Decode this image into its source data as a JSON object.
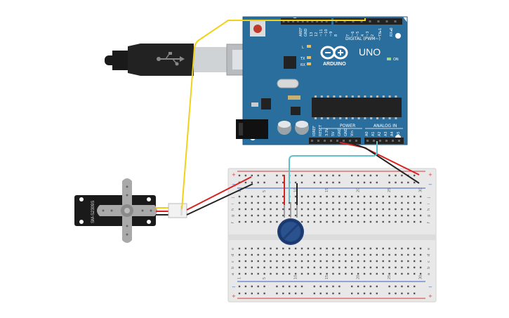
{
  "colors": {
    "board": "#2a6e9e",
    "board_dark": "#1d5680",
    "wire_signal_yellow": "#f1d21a",
    "wire_power_red": "#d92222",
    "wire_ground_black": "#222222",
    "wire_analog_teal": "#5fc0c8",
    "breadboard": "#e8e8e8",
    "rail_red": "#d63a3a",
    "rail_blue": "#3a5fc8",
    "pot_body": "#1f3f78"
  },
  "icons": {
    "usb": "usb-icon",
    "arduino_logo": "infinity-logo-icon",
    "reset": "reset-button-icon"
  },
  "arduino": {
    "model": "UNO",
    "brand": "ARDUINO",
    "digital_label": "DIGITAL (PWM~)",
    "on_label": "ON",
    "tx_label": "TX",
    "rx_label": "RX",
    "l_label": "L",
    "power_label": "POWER",
    "analog_label": "ANALOG IN",
    "top_pins": [
      "AREF",
      "GND",
      "13",
      "12",
      "~11",
      "~10",
      "~9",
      "8",
      "7",
      "~6",
      "~5",
      "4",
      "~3",
      "2",
      "TX▸1",
      "RX◂0"
    ],
    "power_pins": [
      "IOREF",
      "RESET",
      "3.3V",
      "5V",
      "GND",
      "GND",
      "Vin"
    ],
    "analog_pins": [
      "A0",
      "A1",
      "A2",
      "A3",
      "A4",
      "A5"
    ]
  },
  "servo": {
    "label": "SM-S2309S"
  },
  "breadboard": {
    "row_letters_top": [
      "j",
      "i",
      "h",
      "g",
      "f"
    ],
    "row_letters_bottom": [
      "e",
      "d",
      "c",
      "b",
      "a"
    ],
    "column_numbers": [
      "1",
      "5",
      "10",
      "15",
      "20",
      "25",
      "30"
    ],
    "rail_plus": "+",
    "rail_minus": "−"
  }
}
